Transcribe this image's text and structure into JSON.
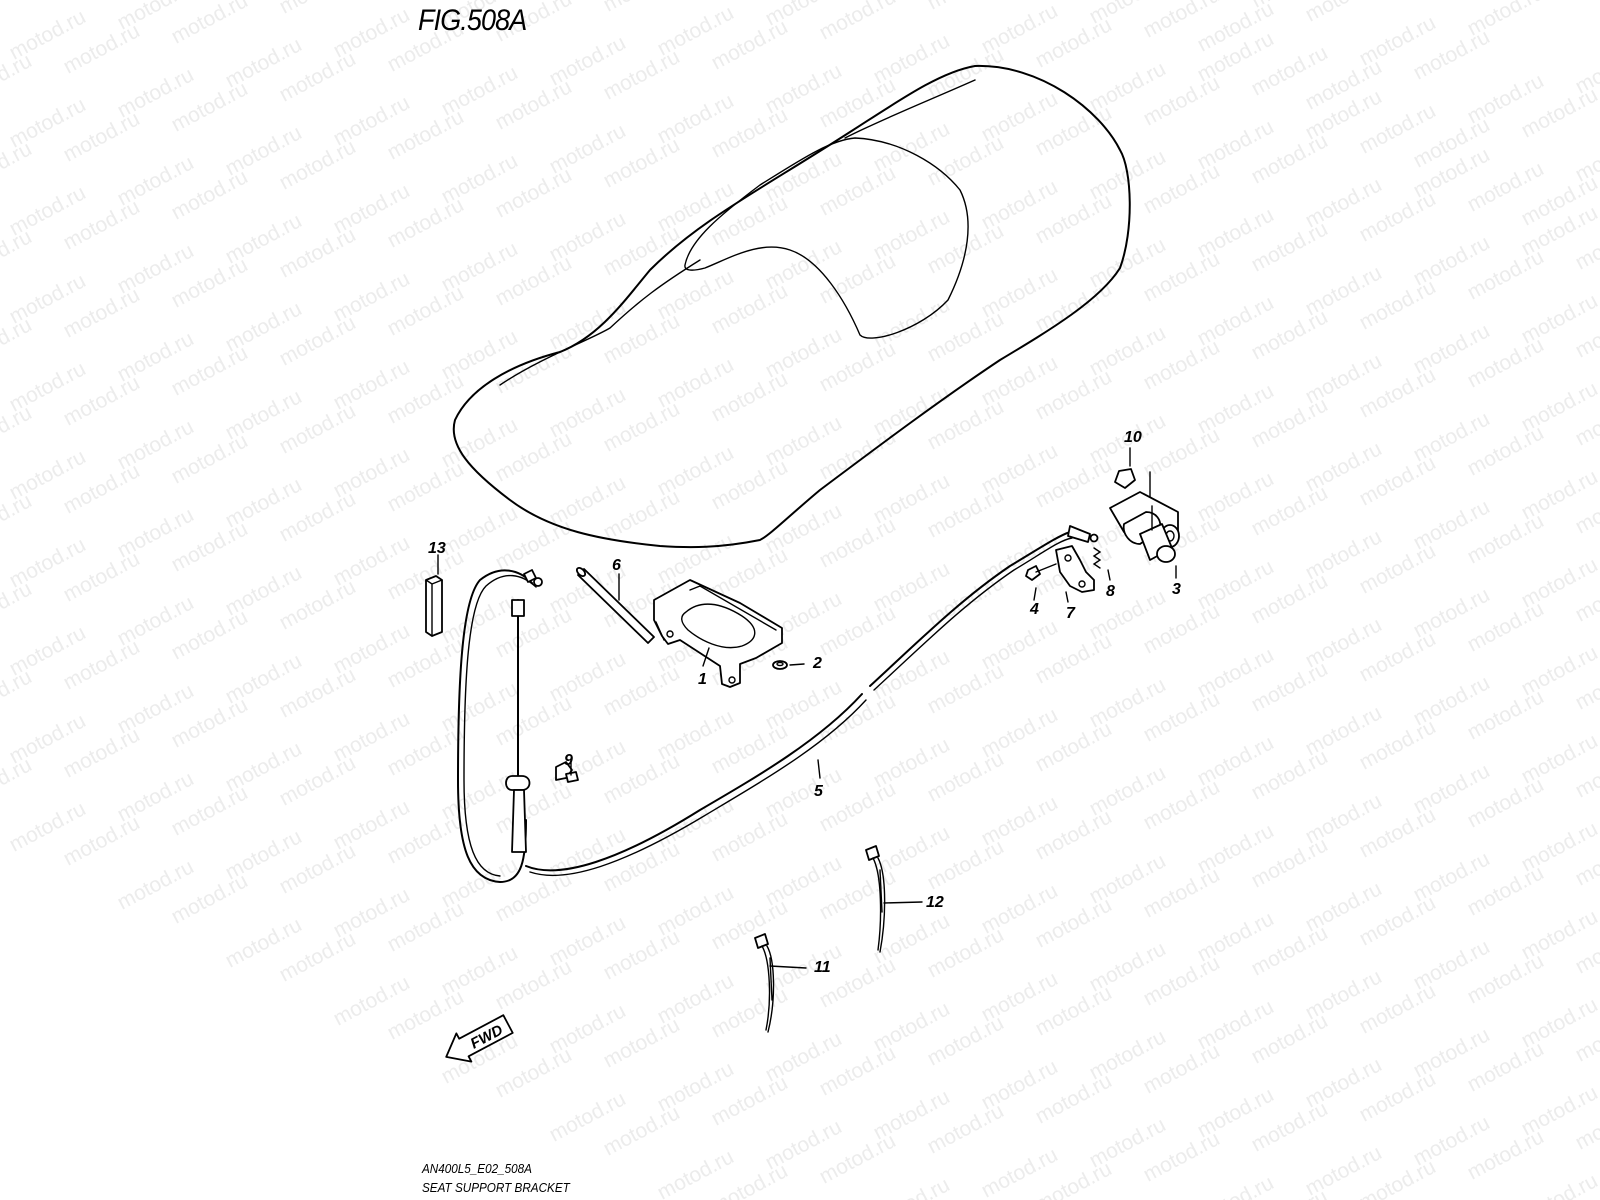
{
  "figure": {
    "title": "FIG.508A",
    "model_code": "AN400L5_E02_508A",
    "description": "SEAT SUPPORT BRACKET"
  },
  "watermark": {
    "text": "motod.ru"
  },
  "fwd_label": "FWD",
  "callouts": {
    "c1": "1",
    "c2": "2",
    "c3": "3",
    "c4": "4",
    "c5": "5",
    "c6": "6",
    "c7": "7",
    "c8": "8",
    "c9": "9",
    "c10": "10",
    "c11": "11",
    "c12": "12",
    "c13": "13"
  },
  "colors": {
    "line": "#000000",
    "background": "#ffffff",
    "watermark": "#ececec"
  }
}
